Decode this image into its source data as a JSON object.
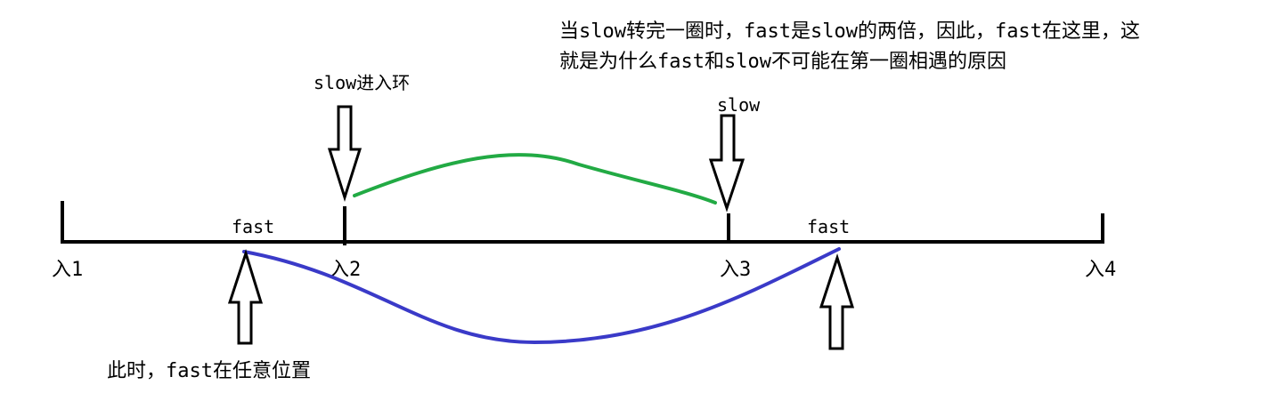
{
  "annotations": {
    "top_note_line1": "当slow转完一圈时，fast是slow的两倍，因此，fast在这里，这",
    "top_note_line2": "就是为什么fast和slow不可能在第一圈相遇的原因",
    "slow_enter_label": "slow进入环",
    "slow_label": "slow",
    "fast_left_label": "fast",
    "fast_right_label": "fast",
    "bottom_note": "此时，fast在任意位置"
  },
  "ticks": [
    {
      "key": "entry1",
      "label": "入1"
    },
    {
      "key": "entry2",
      "label": "入2"
    },
    {
      "key": "entry3",
      "label": "入3"
    },
    {
      "key": "entry4",
      "label": "入4"
    }
  ],
  "colors": {
    "line": "#000000",
    "slow_path": "#22aa44",
    "fast_path": "#3a3ac8",
    "background": "#ffffff"
  }
}
